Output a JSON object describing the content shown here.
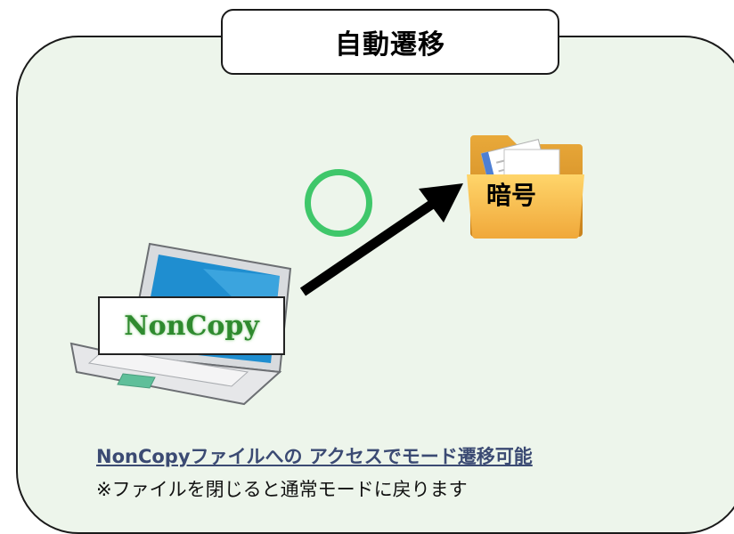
{
  "title": "自動遷移",
  "folder": {
    "label": "暗号",
    "icon": "folder-icon"
  },
  "app": {
    "label": "NonCopy",
    "icon": "laptop-icon"
  },
  "status": {
    "icon": "circle-ok-icon",
    "color": "#3fc76a"
  },
  "arrow": {
    "icon": "arrow-icon"
  },
  "captions": {
    "main": "NonCopyファイルへの アクセスでモード遷移可能",
    "note": "※ファイルを閉じると通常モードに戻ります"
  }
}
